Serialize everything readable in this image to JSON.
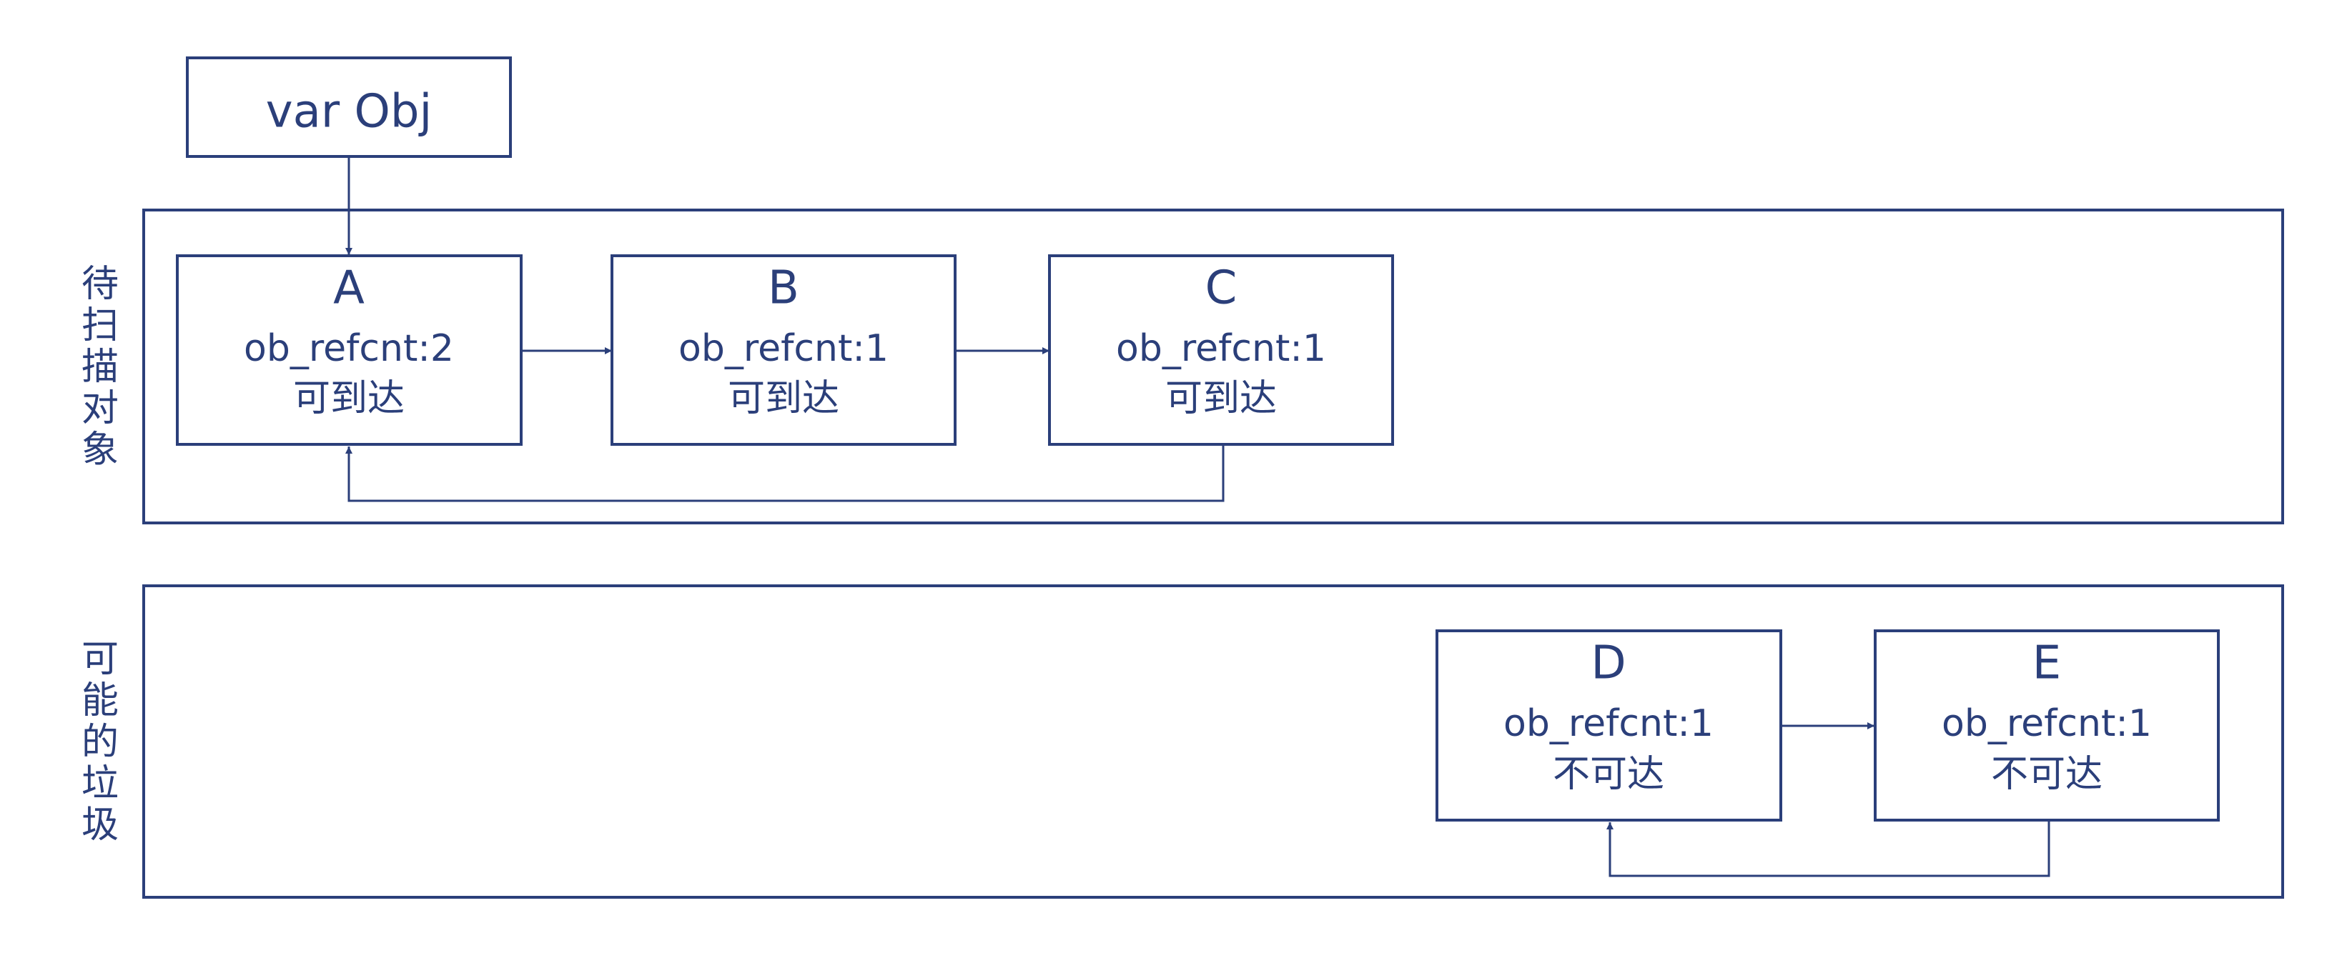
{
  "colors": {
    "stroke": "#2b3f7a",
    "text": "#2b3f7a",
    "background": "#ffffff"
  },
  "root": {
    "label": "var Obj"
  },
  "groups": {
    "scan": {
      "label": "待扫描对象"
    },
    "garbage": {
      "label": "可能的垃圾"
    }
  },
  "nodes": {
    "A": {
      "name": "A",
      "refcnt": "ob_refcnt:2",
      "status": "可到达"
    },
    "B": {
      "name": "B",
      "refcnt": "ob_refcnt:1",
      "status": "可到达"
    },
    "C": {
      "name": "C",
      "refcnt": "ob_refcnt:1",
      "status": "可到达"
    },
    "D": {
      "name": "D",
      "refcnt": "ob_refcnt:1",
      "status": "不可达"
    },
    "E": {
      "name": "E",
      "refcnt": "ob_refcnt:1",
      "status": "不可达"
    }
  },
  "edges": [
    {
      "from": "var Obj",
      "to": "A"
    },
    {
      "from": "A",
      "to": "B"
    },
    {
      "from": "B",
      "to": "C"
    },
    {
      "from": "C",
      "to": "A"
    },
    {
      "from": "D",
      "to": "E"
    },
    {
      "from": "E",
      "to": "D"
    }
  ]
}
